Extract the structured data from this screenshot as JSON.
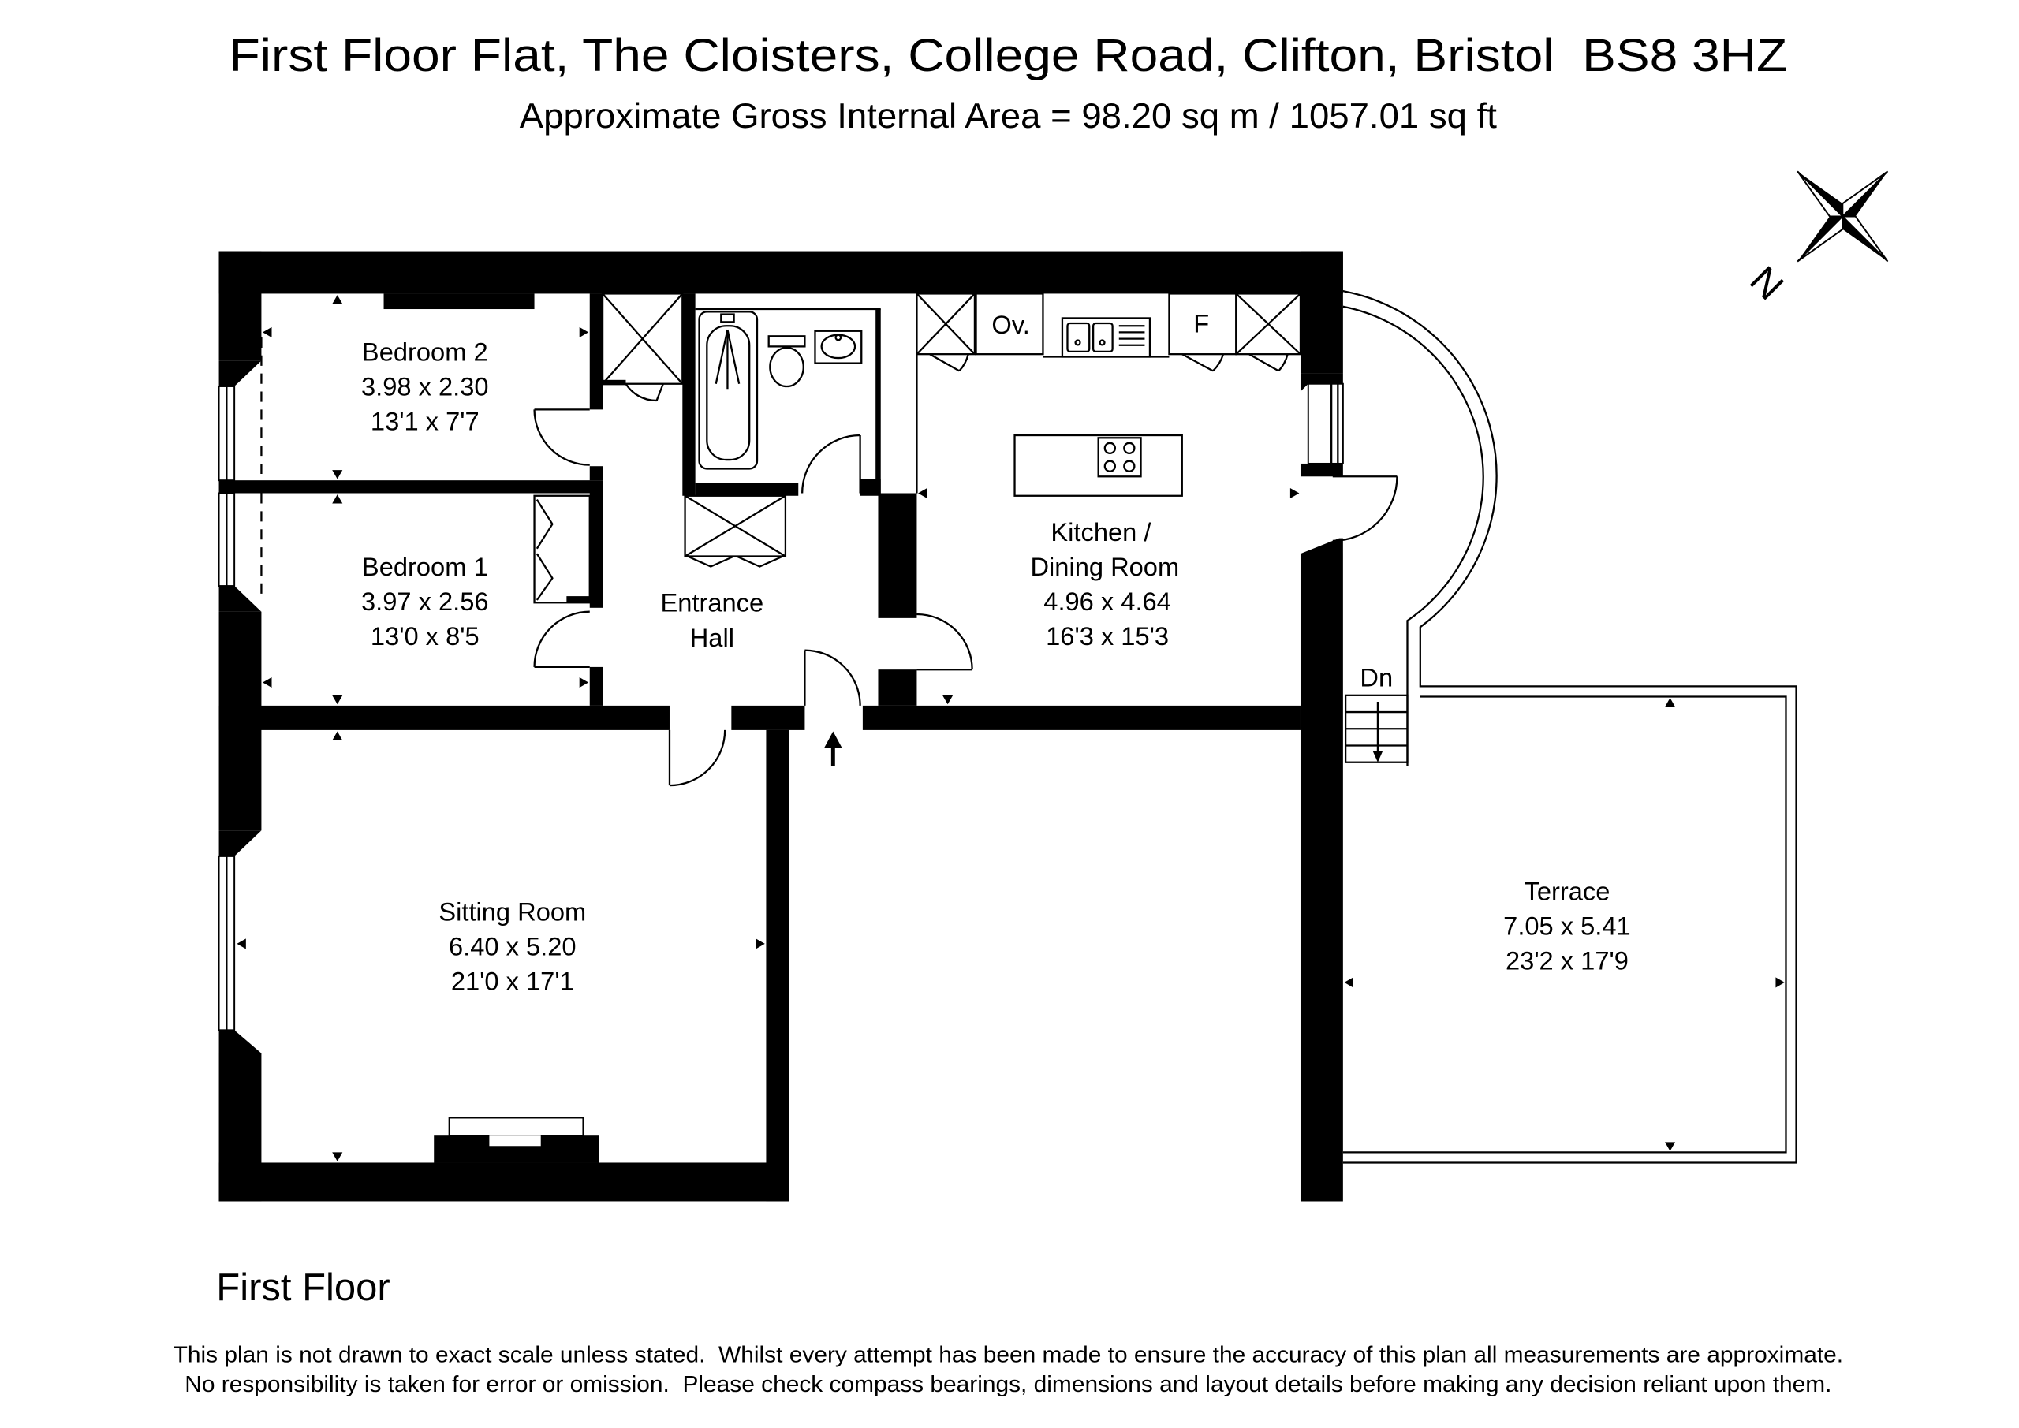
{
  "header": {
    "title": "First Floor Flat, The Cloisters, College Road, Clifton, Bristol  BS8 3HZ",
    "subtitle": "Approximate Gross Internal Area = 98.20 sq m / 1057.01 sq ft"
  },
  "compass": {
    "north_label": "N"
  },
  "rooms": {
    "bedroom_2": {
      "name": "Bedroom 2",
      "metric": "3.98 x 2.30",
      "imperial": "13'1 x 7'7"
    },
    "bedroom_1": {
      "name": "Bedroom 1",
      "metric": "3.97 x 2.56",
      "imperial": "13'0 x 8'5"
    },
    "entrance_hall": {
      "name_line1": "Entrance",
      "name_line2": "Hall"
    },
    "kitchen_dining": {
      "name_line1": "Kitchen /",
      "name_line2": "Dining Room",
      "metric": "4.96 x 4.64",
      "imperial": "16'3 x 15'3"
    },
    "sitting_room": {
      "name": "Sitting Room",
      "metric": "6.40 x 5.20",
      "imperial": "21'0 x 17'1"
    },
    "terrace": {
      "name": "Terrace",
      "metric": "7.05 x 5.41",
      "imperial": "23'2 x 17'9"
    }
  },
  "fixtures": {
    "oven_label": "Ov.",
    "fridge_label": "F",
    "stairs_label": "Dn"
  },
  "floor_label": "First Floor",
  "disclaimer": {
    "line1": "This plan is not drawn to exact scale unless stated.  Whilst every attempt has been made to ensure the accuracy of this plan all measurements are approximate.",
    "line2": "No responsibility is taken for error or omission.  Please check compass bearings, dimensions and layout details before making any decision reliant upon them."
  },
  "colors": {
    "background": "#ffffff",
    "walls": "#000000"
  },
  "icons": {
    "compass": "compass-star-icon",
    "entrance": "entrance-arrow-icon"
  }
}
